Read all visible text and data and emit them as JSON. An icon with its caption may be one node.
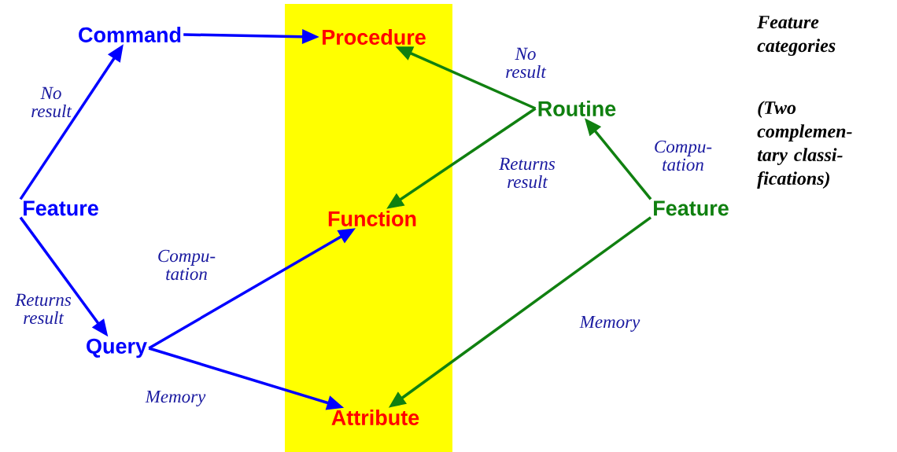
{
  "diagram": {
    "nodes": [
      {
        "text": [
          "Command"
        ]
      },
      {
        "text": [
          "Procedure"
        ]
      },
      {
        "text": [
          "Feature"
        ]
      },
      {
        "text": [
          "Query"
        ]
      },
      {
        "text": [
          "Function"
        ]
      },
      {
        "text": [
          "Attribute"
        ]
      },
      {
        "text": [
          "Routine"
        ]
      },
      {
        "text": [
          "Feature"
        ]
      }
    ],
    "edges": [
      {
        "from": 0,
        "to": 1,
        "arrow": "to",
        "color": "#0000ff"
      },
      {
        "from": 2,
        "to": 0,
        "arrow": "to",
        "label": "No result",
        "color": "#0000ff"
      },
      {
        "from": 2,
        "to": 3,
        "arrow": "to",
        "label": "Returns result",
        "color": "#0000ff"
      },
      {
        "from": 3,
        "to": 4,
        "arrow": "to",
        "label": "Compu- tation",
        "color": "#0000ff"
      },
      {
        "from": 3,
        "to": 5,
        "arrow": "to",
        "label": "Memory",
        "color": "#0000ff"
      },
      {
        "from": 6,
        "to": 1,
        "arrow": "to",
        "label": "No result",
        "color": "#108010"
      },
      {
        "from": 6,
        "to": 4,
        "arrow": "to",
        "label": "Returns result",
        "color": "#108010"
      },
      {
        "from": 7,
        "to": 6,
        "arrow": "to",
        "label": "Compu- tation",
        "color": "#108010"
      },
      {
        "from": 7,
        "to": 5,
        "arrow": "to",
        "label": "Memory",
        "color": "#108010"
      }
    ],
    "labels": [
      "Feature categories",
      "(Two complemen- tary classi- fications)"
    ]
  }
}
